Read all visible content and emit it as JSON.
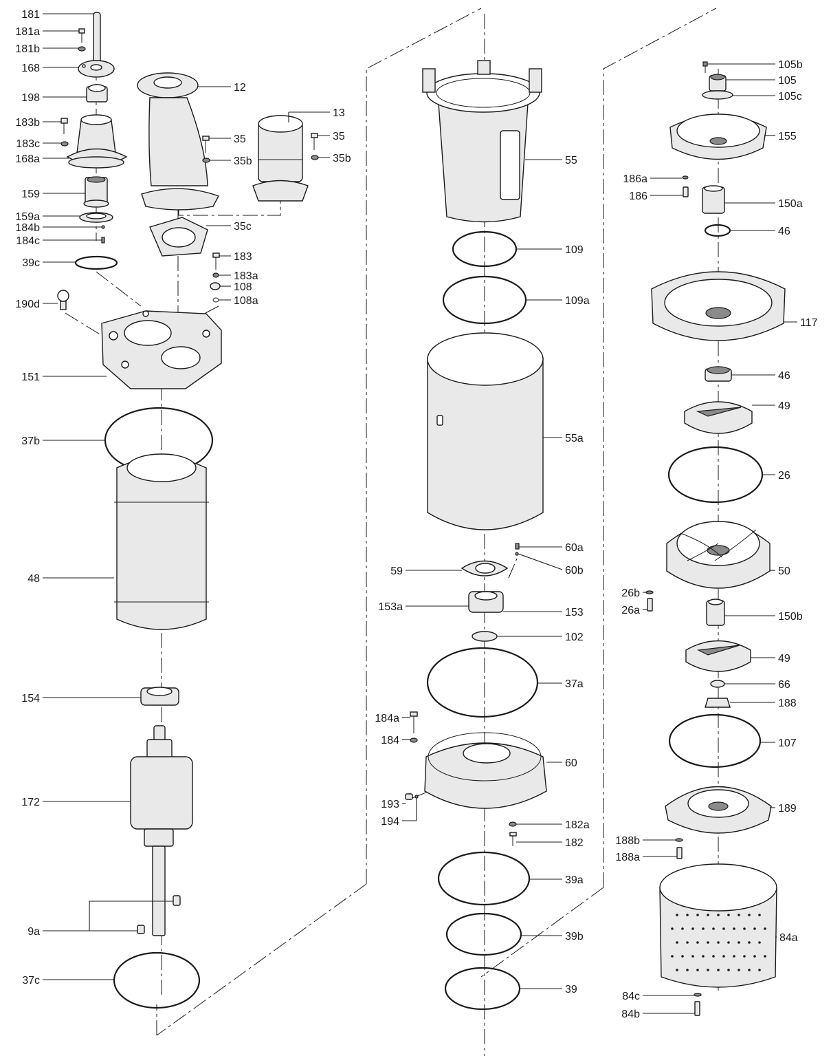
{
  "labels": {
    "l181": "181",
    "l181a": "181a",
    "l181b": "181b",
    "l168": "168",
    "l198": "198",
    "l183b": "183b",
    "l183c": "183c",
    "l168a": "168a",
    "l159": "159",
    "l159a": "159a",
    "l184b": "184b",
    "l184c": "184c",
    "l39c": "39c",
    "l190d": "190d",
    "l151": "151",
    "l37b": "37b",
    "l48": "48",
    "l154": "154",
    "l172": "172",
    "l9a": "9a",
    "l37c": "37c",
    "l12": "12",
    "l13": "13",
    "l35_1": "35",
    "l35b_1": "35b",
    "l35_2": "35",
    "l35b_2": "35b",
    "l35c": "35c",
    "l183": "183",
    "l183a": "183a",
    "l108": "108",
    "l108a": "108a",
    "l55": "55",
    "l109": "109",
    "l109a": "109a",
    "l55a": "55a",
    "l60a": "60a",
    "l60b": "60b",
    "l59": "59",
    "l153a": "153a",
    "l153": "153",
    "l102": "102",
    "l37a": "37a",
    "l184a": "184a",
    "l184": "184",
    "l60": "60",
    "l193": "193",
    "l194": "194",
    "l182a": "182a",
    "l182": "182",
    "l39a": "39a",
    "l39b": "39b",
    "l39": "39",
    "l105b": "105b",
    "l105": "105",
    "l105c": "105c",
    "l155": "155",
    "l186a": "186a",
    "l186": "186",
    "l150a": "150a",
    "l46_1": "46",
    "l117": "117",
    "l46_2": "46",
    "l49_1": "49",
    "l26": "26",
    "l50": "50",
    "l26b": "26b",
    "l26a": "26a",
    "l150b": "150b",
    "l49_2": "49",
    "l66": "66",
    "l188": "188",
    "l107": "107",
    "l189": "189",
    "l188b": "188b",
    "l188a": "188a",
    "l84a": "84a",
    "l84c": "84c",
    "l84b": "84b"
  }
}
